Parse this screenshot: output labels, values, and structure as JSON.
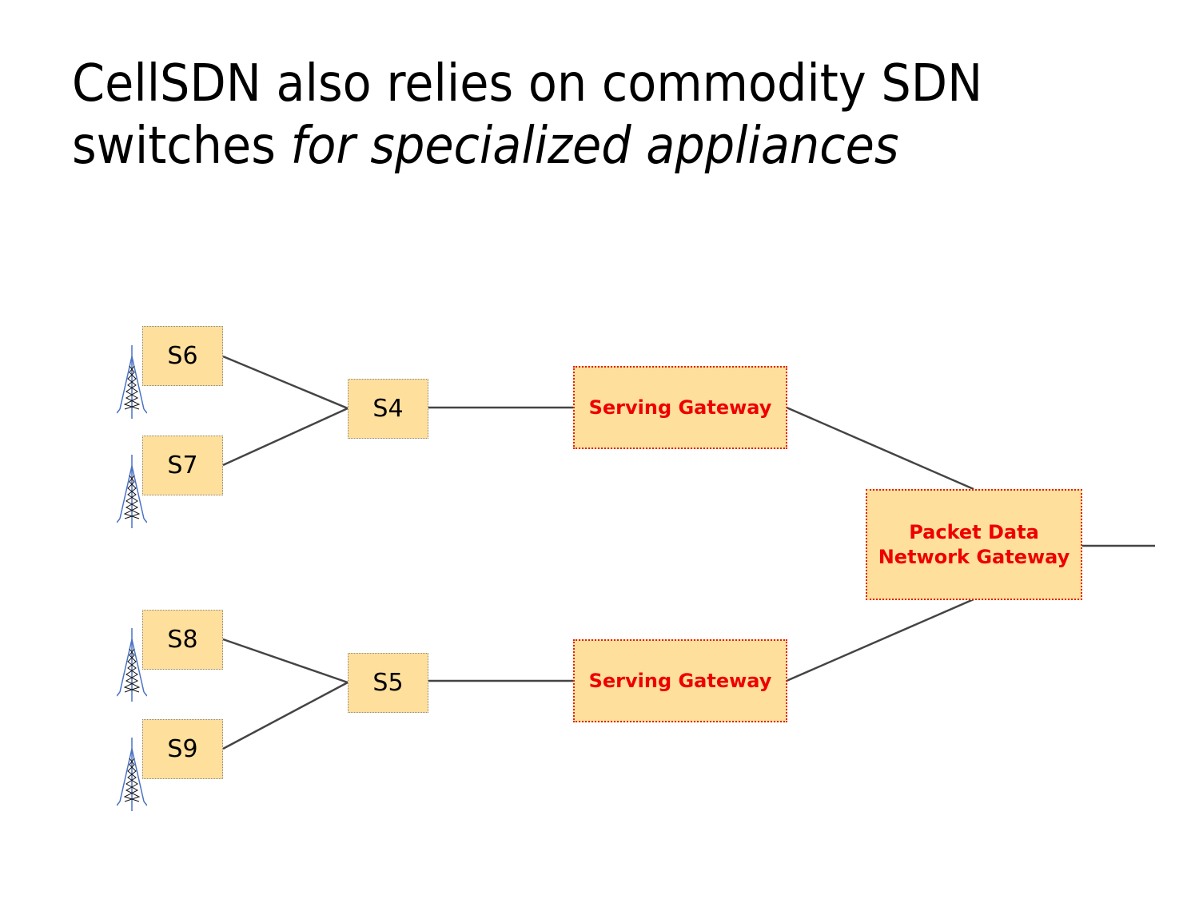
{
  "slide": {
    "title_line1": "CellSDN also relies on commodity SDN",
    "title_line2_plain": "switches ",
    "title_line2_italic": "for specialized appliances"
  },
  "diagram": {
    "switches": [
      {
        "id": "S6",
        "label": "S6"
      },
      {
        "id": "S7",
        "label": "S7"
      },
      {
        "id": "S8",
        "label": "S8"
      },
      {
        "id": "S9",
        "label": "S9"
      },
      {
        "id": "S4",
        "label": "S4"
      },
      {
        "id": "S5",
        "label": "S5"
      }
    ],
    "appliances": [
      {
        "id": "sgw1",
        "label": "Serving Gateway"
      },
      {
        "id": "sgw2",
        "label": "Serving Gateway"
      },
      {
        "id": "pgw",
        "label_line1": "Packet Data",
        "label_line2": "Network Gateway"
      }
    ],
    "towers": [
      "cell-tower",
      "cell-tower",
      "cell-tower",
      "cell-tower"
    ],
    "links": [
      [
        "S6",
        "S4"
      ],
      [
        "S7",
        "S4"
      ],
      [
        "S8",
        "S5"
      ],
      [
        "S9",
        "S5"
      ],
      [
        "S4",
        "sgw1"
      ],
      [
        "S5",
        "sgw2"
      ],
      [
        "sgw1",
        "pgw"
      ],
      [
        "sgw2",
        "pgw"
      ],
      [
        "pgw",
        "internet"
      ]
    ],
    "colors": {
      "box_fill": "#fedf9c",
      "appliance_text": "#ee0000",
      "link": "#444444",
      "tower": "#4a72c4"
    }
  }
}
